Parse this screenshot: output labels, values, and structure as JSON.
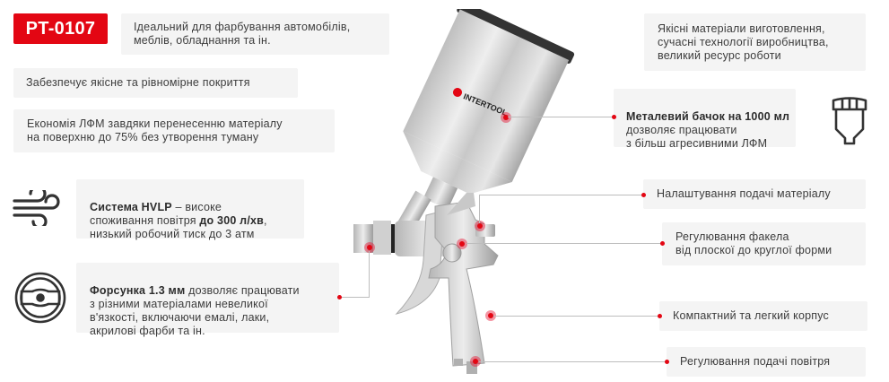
{
  "product": {
    "sku": "PT-0107",
    "brand_logo": "INTERTOOL",
    "accent_color": "#e30613",
    "box_color": "#f4f4f4"
  },
  "left_features": [
    {
      "id": "usage",
      "text": "Ідеальний для фарбування автомобілів,\nмеблів, обладнання та ін."
    },
    {
      "id": "coating",
      "text": "Забезпечує якісне та рівномірне покриття"
    },
    {
      "id": "economy",
      "text": "Економія ЛФМ завдяки перенесенню матеріалу\nна поверхню до 75% без утворення туману"
    },
    {
      "id": "hvlp",
      "icon": "wind-icon",
      "bold1": "Система HVLP",
      "text1": " – високе\nспоживання повітря ",
      "bold2": "до 300 л/хв",
      "text2": ",\nнизький робочий тиск до 3 атм"
    },
    {
      "id": "nozzle",
      "icon": "nozzle-icon",
      "bold1": "Форсунка 1.3 мм",
      "text1": " дозволяє працювати\nз різними матеріалами невеликої\nв'язкості, включаючи емалі, лаки,\nакрилові фарби та ін."
    }
  ],
  "right_features": [
    {
      "id": "materials",
      "text": "Якісні матеріали виготовлення,\nсучасні технології виробництва,\nвеликий ресурс роботи"
    },
    {
      "id": "tank",
      "icon": "paint-cup-icon",
      "bold1": "Металевий бачок на 1000 мл",
      "text1": "\nдозволяє працювати\nз більш агресивними ЛФМ"
    },
    {
      "id": "material-feed",
      "text": "Налаштування подачі матеріалу"
    },
    {
      "id": "fan",
      "text": "Регулювання факела\nвід плоскої до круглої форми"
    },
    {
      "id": "body",
      "text": "Компактний та легкий корпус"
    },
    {
      "id": "air",
      "text": "Регулювання подачі повітря"
    }
  ]
}
